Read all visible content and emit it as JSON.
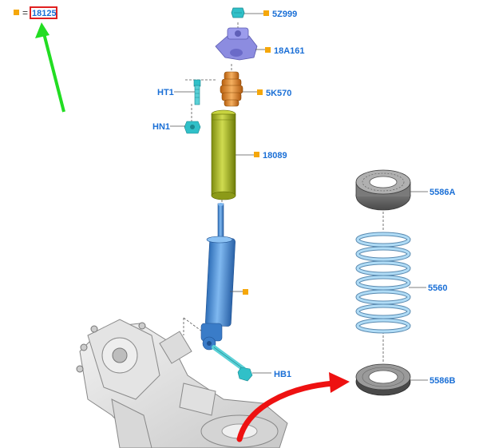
{
  "legend": {
    "part_number": "18125"
  },
  "callouts": {
    "top_mount_nut": "5Z999",
    "upper_mount": "18A161",
    "bump_stop": "5K570",
    "dust_boot": "18089",
    "upper_bolt": "HT1",
    "upper_nut": "HN1",
    "spring_upper_seat": "5586A",
    "coil_spring": "5560",
    "spring_lower_seat": "5586B",
    "lower_bolt": "HB1"
  },
  "colors": {
    "callout_text": "#1a6fd6",
    "bullet": "#f5a70a",
    "highlight_box": "#e02020",
    "green_arrow": "#22dd22",
    "red_arrow": "#ee1111",
    "shock": "#4a90d9",
    "boot": "#a8b820",
    "bump_stop": "#e08a30",
    "mount": "#8c8ce0",
    "fastener": "#30c0c8",
    "spring": "#a8d4f0",
    "seat": "#707070"
  },
  "icons": {
    "green_arrow": "arrow-up-left-icon",
    "red_arrow": "curved-arrow-right-icon"
  }
}
